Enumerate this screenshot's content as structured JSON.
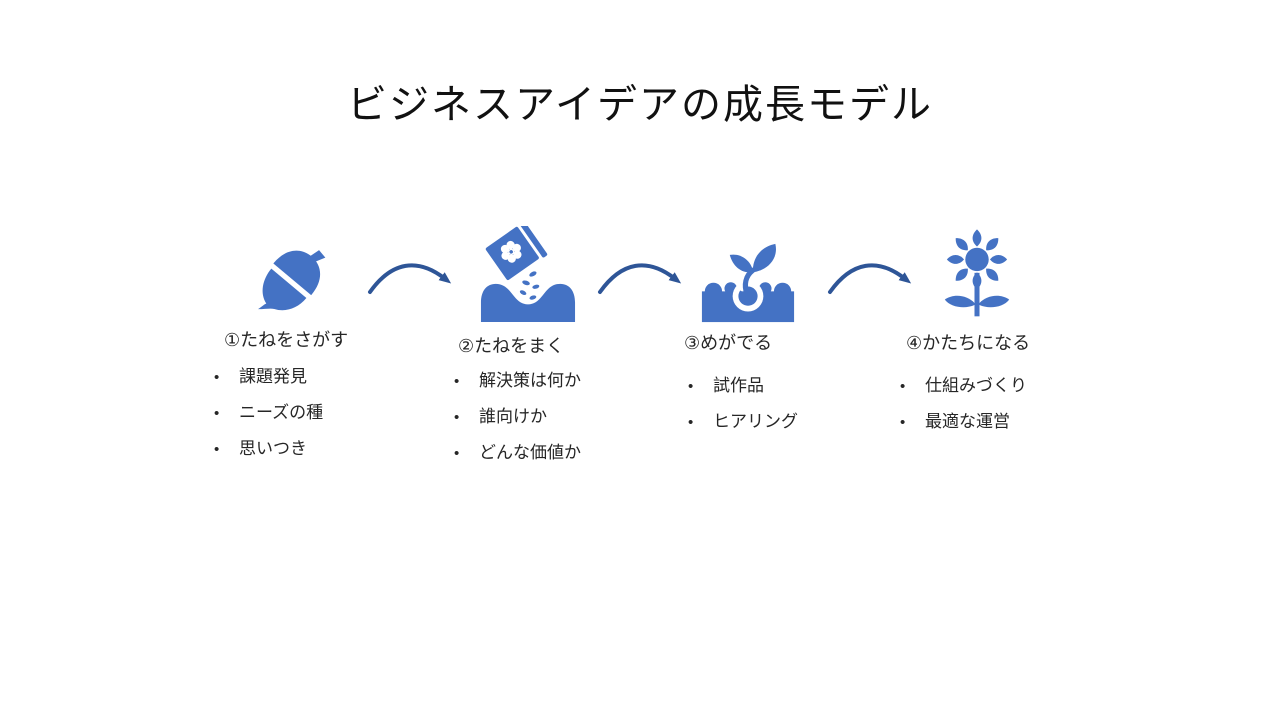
{
  "slide": {
    "title": "ビジネスアイデアの成長モデル"
  },
  "colors": {
    "icon_blue": "#4472C4",
    "arrow_blue": "#2E5597",
    "text_dark": "#262626",
    "background": "#FFFFFF"
  },
  "icons": {
    "stage_1": "acorn-icon",
    "stage_2": "seed-packet-sowing-icon",
    "stage_3": "sprout-icon",
    "stage_4": "sunflower-icon",
    "connector": "curved-arrow-icon"
  },
  "stages": [
    {
      "label": "①たねをさがす",
      "bullets": [
        "課題発見",
        "ニーズの種",
        "思いつき"
      ]
    },
    {
      "label": "②たねをまく",
      "bullets": [
        "解決策は何か",
        "誰向けか",
        "どんな価値か"
      ]
    },
    {
      "label": "③めがでる",
      "bullets": [
        "試作品",
        "ヒアリング"
      ]
    },
    {
      "label": "④かたちになる",
      "bullets": [
        "仕組みづくり",
        "最適な運営"
      ]
    }
  ]
}
